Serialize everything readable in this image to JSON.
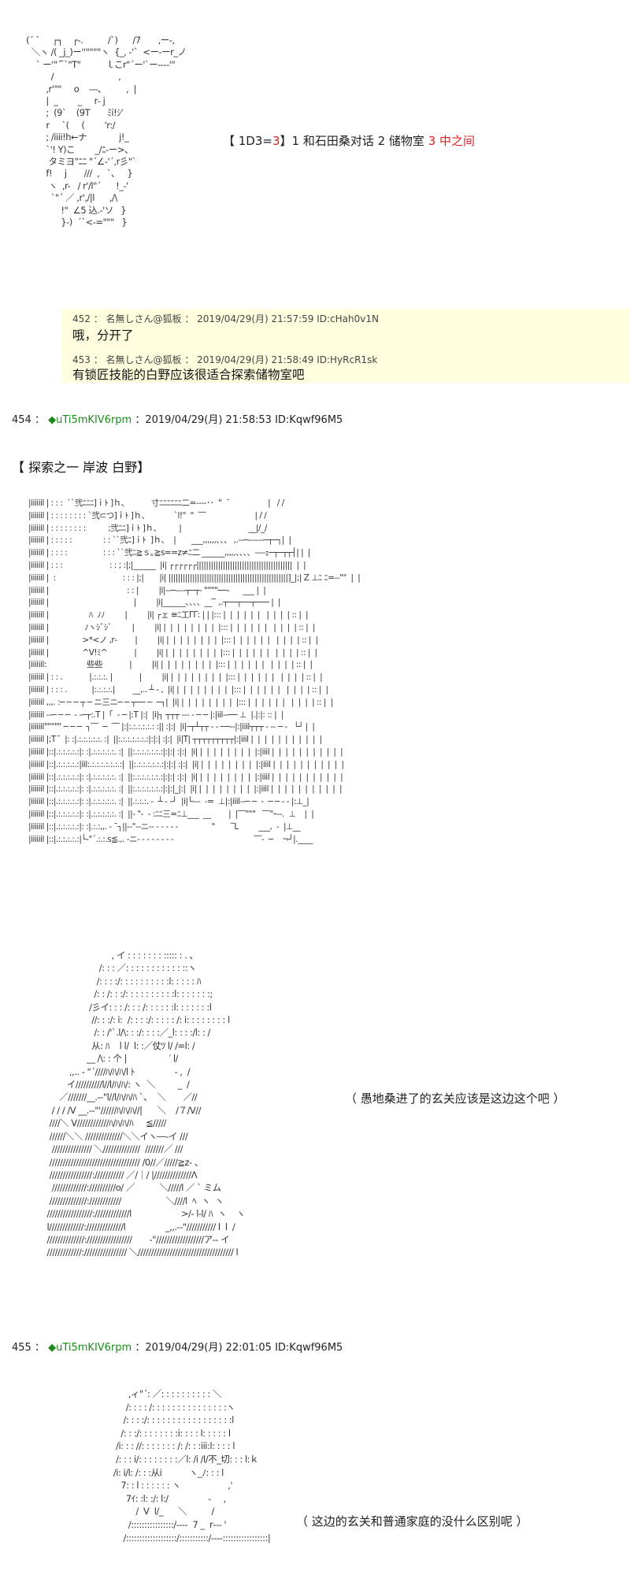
{
  "art1": {
    "lines": [
      " (´ `     ┌┐    ┌-.          /`)      /7       ,ー-,",
      "   ＼ヽ /( _j_)ー''\"\"\"\"ヽ  {_, -'`  <ー-ーr_ノ",
      "     ` ー'\"´ ̄`\"T\"          ｌこr\"´ー'`ー---‐'\"",
      "           /                          ,",
      "         ,r'\"\"     o    ---、        ,  |",
      "         |  _        _     r‐ j",
      "         ;  (9`    (9T       ﾐi!ｼ'",
      "         r     `(     (        'r:/",
      "         ; /iiii!h←ナ             j!_",
      "         `'! Y)こ        _/ﾆ-ー>、",
      "          タミヨ\"ﾆﾆ \"´∠-'´,r彡\"`",
      "         f!     j       ///  ,   `、   }",
      "          ヽ  ,r-   / r'/l\"´      !_-'",
      "           `\"´ ／ ,r',/|l      ,/\\",
      "               !\"  ∠5 込.-'ソ   }",
      "               }-)  ´`<-=\"\"\"   }"
    ]
  },
  "caption1": {
    "prefix": "【 1D3=",
    "roll": "3",
    "middle": "】1 和石田桑对话 2 储物室 ",
    "highlight": "3 中之间"
  },
  "quote": {
    "items": [
      {
        "header": "452 ： 名無しさん@狐板 ： 2019/04/29(月) 21:57:59 ID:cHah0v1N",
        "body": "哦，分开了"
      },
      {
        "header": "453 ： 名無しさん@狐板 ： 2019/04/29(月) 21:58:49 ID:HyRcR1sk",
        "body": "有锁匠技能的白野应该很适合探索储物室吧"
      }
    ]
  },
  "post454": {
    "number": "454 ：",
    "trip": "◆uTi5mKIV6rpm",
    "rest": "：2019/04/29(月) 21:58:53 ID:Kqwf96M5"
  },
  "section_title": "【 探索之一 岸波 白野】",
  "art2": {
    "lines": [
      "|iiiiiil | : : :  ``弐ﾆﾆﾆ]ｉﾄ ]ｈ、          寸ﾆﾆﾆﾆﾆﾆ二=-‐‐‐･･  \"  ¨                 |   / /",
      "|iiiiiil | : : : : : : : : `弐⊂つ]ｉﾄ ]ｈ、           `l!\"  \"  ‾‾                      | / /",
      "|iiiiiil | : : : : : : : :          ;弐ﾆﾆ]ｉﾄ ]ｈ、        |                              __|/_/",
      "|iiiiiil | : : : : :              : : ``弐ﾆ]ｉﾄ  ]ｈ、  |       ___,,,,,,、、、 ,.--─‐--‐--─┬─┐|  |",
      "|iiiiiil | : : : :                : : : ``弐ﾆ≧ｓ｡≧s==z≠ﾆ二 ______,,,,,、、、、--‐‐ｪ─┬─┬┬┤| |  |",
      "|iiiiiil | : : :                     : : ; :|;|______  |i| ┌┌┌┌┌┌||||||||||||||||||||||||||||||||||||||||  |  |",
      "|iiiiiil |  :                              : : : |;|       |i| ||||||||||||||||||||||||||||||||||||||||||||||||||]_|;| Z ⊥ﾆ ﾆ=‐‐\"\"  |  |",
      "|iiiiiil |                                   : : |         |i|-‐─‐‐‐‐┬─┬‐ \"\"\"\"──‐      ___ |  |",
      "|iiiiiil |                                      |         |i|______、、、、__ ̄ ̄ ,.┬──┬──┬─── |  |",
      "|iiiiiil |                  ﾊ  ﾉﾉ         |         |i| ┌ェ ≡ﾆ工ΓΓ: | | |::: |  |  |  |  |  |   |  |  |  | :: |  |",
      "|iiiiiil |                ﾉヽｼﾞｼﾞ         |         |i| |  |  |  |  |  |  |  |  |::: |  |  |  |  |  |   |  |  |  | :: |  |",
      "|iiiiiil |               >*<ノ ,r‐        |         |i| |  |  |  |  |  |  |  |  |::: |  |  |  |  |  |   |  |  |  | :: |  |",
      "|iiiiiil |               ^V!ﾐ^            |         |i| |  |  |  |  |  |  |  |  |::: |  |  |  |  |  |   |  |  |  | :: |  |",
      "|iiiiiil:                  些些            |         |i| |  |  |  |  |  |  |  |  |::: |  |  |  |  |  |   |  |  |  | :: |  |",
      "|iiiiiil | : : .            |.:.:.:. |            |         |i| |  |  |  |  |  |  |  |  |::: |  |  |  |  |  |   |  |  |  | :: |  |",
      "|iiiiiil | : : : .           |:.:.:.:.|        __,.. ┴ ‐ ,  |i| |  |  |  |  |  |  |  |  |::: |  |  |  |  |  |   |  |  |  | :: |  |",
      "|iiiiiil ,,,. :─ ─ ─ ┬ ─ ニ三ニ─ ─ ┬── ─  ─┐|  |i| |  |  |  |  |  |  |  |  |::: |  |  |  |  |  |   |  |  |  | :: |  |",
      "|iiiiiil -‐─ ─ ─  ‐ ‐─┬:.T |「  ‐ ─ |:T |:|  |i|┐ ┬┬┬ ‐‐‐ ‐ ─ ─ |:|iil‐‐── ⊥  |.|:|: :: |  |",
      "|iiiiiil\"\"\"\"\" ─ ─ ─  ┐‾‾  ─  ‾‾ |:|:.:.:.:.:.: :|| :|:|  |i|ｰ┬┴┬┬ ‐ ‐ ──‐‐|:|iiil┬┬┬ ‐ ‐‐ ─ ‐   └┘ |  |",
      "|iiiiiil |;T  ̄  |: :|.:.:.:.:.:. :|  ||:.:.:.:.:.:.:|:|:| :|:|  |i|T| ┬┬┬┬┬┬┬┬┬|:|iiil |  |  |  |  |  |  |  |  |  |  |",
      "|iiiiiil |::|.:.:.:.:.:|: :|.:.:.:.:.:. :|  ||:.:.:.:.:.:.:|:|:| :|:|  |i| |  |  |  |  |  |  |  |  |:|iiil |  |  |  |  |  |  |  |  |  |  |",
      "|iiiiiil |::|.:.:.:.:.:|iil:.:.:.:.:.:.:.:|  ||:.:.:.:.:.:.:|:|:| :|:|  |i| |  |  |  |  |  |  |  |  |:|iiil |  |  |  |  |  |  |  |  |  |  |",
      "|iiiiiil |::|.:.:.:.:.:|: :|.:.:.:.:.:. :|  ||:.:.:.:.:.:.:|:|:| :|:|  |i| |  |  |  |  |  |  |  |  |:|iiil |  |  |  |  |  |  |  |  |  |  |",
      "|iiiiiil |::|.:.:.:.:.:|: :|.:.:.:.:.:. :|  ||:.:.:.:.:.:.:|:|:|_|:|  |i| |  |  |  |  |  |  |  |  |:|iiil |  |  |  |  |  |  |  |  |  |  |",
      "|iiiiiil |::|.:.:.:.:.:|: :|.:.:.:.:.:. :|  ||.:.:.:. ‐  ┴ ‐ ‐┘  |i|└‐‐‐  ‐=  ⊥|:|iiil‐‐─ ─  ‐  ─ ─ ‐ ‐ |:⊥_|",
      "|iiiiiil |::|.:.:.:.:.:|: :|.:.:.:.:.:. :|  ||‐ \"‐  ‐ :ﾆﾆ三=ﾆ⊥___  __        |  |‾‾\"\"\"   ‾‾\"ｰ‐‐.  ⊥    |  |",
      "|iiiiiil |::|.:.:.:.:.:|: :|.:.:,,. ‐ ¯┐||--\"-‐ニ-‐ ‐ ‐ ‐ ‐ ‐               \"       ‾L         ___,  ‐  |⊥__",
      "|iiiiiil |::|.:.:.:.:.:|└‐\"´.:.:.s≦.,. ‐ニ- ‐ ‐ ‐ ‐ ‐ ‐ ‐                                    ‾‾‐  ─    ¬┘|.____"
    ]
  },
  "art3": {
    "lines": [
      "                             , イ : : : : : : : ::::: : . 、",
      "                        /: : : ／: : : : : : : : : : : ::ヽ",
      "                       /: : : :/: : : : : : : : : :l: : : : : ﾊ",
      "                      /: : /: : :/: : : : : : : : : :l: : : : : : :;",
      "                    /彡イ: : : /: : : /: : : : : :l: : : : : : :l",
      "                     //: : :/: i:  /: : : :/: : : : : /: i: : : : : : : : l",
      "                      /: : /'`.l/\\: : :/: : : :／_l: : : :/l: : /",
      "                     从: ﾊ    l l/  l: :／仗ﾂ l/ /=l: /",
      "                   __ /\\: : 个 |                 ′ l/",
      "            ,,.. ‐ \"´////ﾊ/ﾊ/ﾊ/l ﾄ                - ,  /",
      "           イ//////////l//l/ﾊ/ﾊ/: ヽ  ＼         _  /",
      "        ／///////__.-‐\"l//l/ﾊ/ﾊ/ﾊ `、  ＼       ／//",
      "     / / / /V __.-‐\"'//////ﾊ/ﾊ/ﾊ//|      ＼    /７/V//",
      "    ////＼ V////////////ﾊ/ﾊ/ﾊ/ﾊ     ≦/////",
      "    //////＼＼ //////////////＼＼イヽ―‐イ ///",
      "     /////////////// ＼//////////////  ///////／ ///",
      "    ////////////////////////////////// /0//／/////≧z‐ 、",
      "    ////////////////://///////// ／/｜/ |//////////////Λ",
      "     /////////////://////////o/ ／          ＼/////l ／ ` ミム",
      "    //////////////:////////////                  ＼////l  ﾍ  ヽ  ヽ",
      "   /////////////////://///////////l                    >/‐ l-l/ ﾊ  ヽ    ヽ",
      "   l/////////////://////////////l                _,,.-‐\"/////////// l  l  /",
      "   //////////////://///////////////       ‐\"//////////////////ア‐‐ イ",
      "   /////////////://////////////// ＼//////////////////////////////////// l"
    ]
  },
  "thought1": "（ 愚地桑进了的玄关应该是这边这个吧 ）",
  "post455": {
    "number": "455 ：",
    "trip": "◆uTi5mKIV6rpm",
    "rest": "：2019/04/29(月) 22:01:05 ID:Kqwf96M5"
  },
  "art4": {
    "lines": [
      "            ,ィ\"´: ／: : : : : : : : : : ＼",
      "           /: : : : /: : : : : : : : : : : : : : :ヽ",
      "          /: : : :/: : : : : : : : : : : : : : : : :l",
      "         /: : :/: : : : : : : :i: : : : l: : : : : l",
      "       /i: : : //: : : : : : : /: /: : :iii:l: : : : l",
      "       /: : : i/: : : : : : : :／l: /i /l/不_切: : : l:ｋ",
      "      /i: i/l: /: : :从i           ヽ_ﾉ: : : l",
      "         7: : l : : : : : : ヽ                   ,'",
      "           7ｲ: :l: :/: l:/                -     ,",
      "               /  V  l/_      ＼          /",
      "            /::::::::::::::::/‐‐‐‐  7 _  r‐‐‐ '",
      "          /:::::::::::::::::::/:::::::::::/‐‐‐‐:::::::::::::::::|"
    ]
  },
  "thought2": "（ 这边的玄关和普通家庭的没什么区别呢 ）"
}
